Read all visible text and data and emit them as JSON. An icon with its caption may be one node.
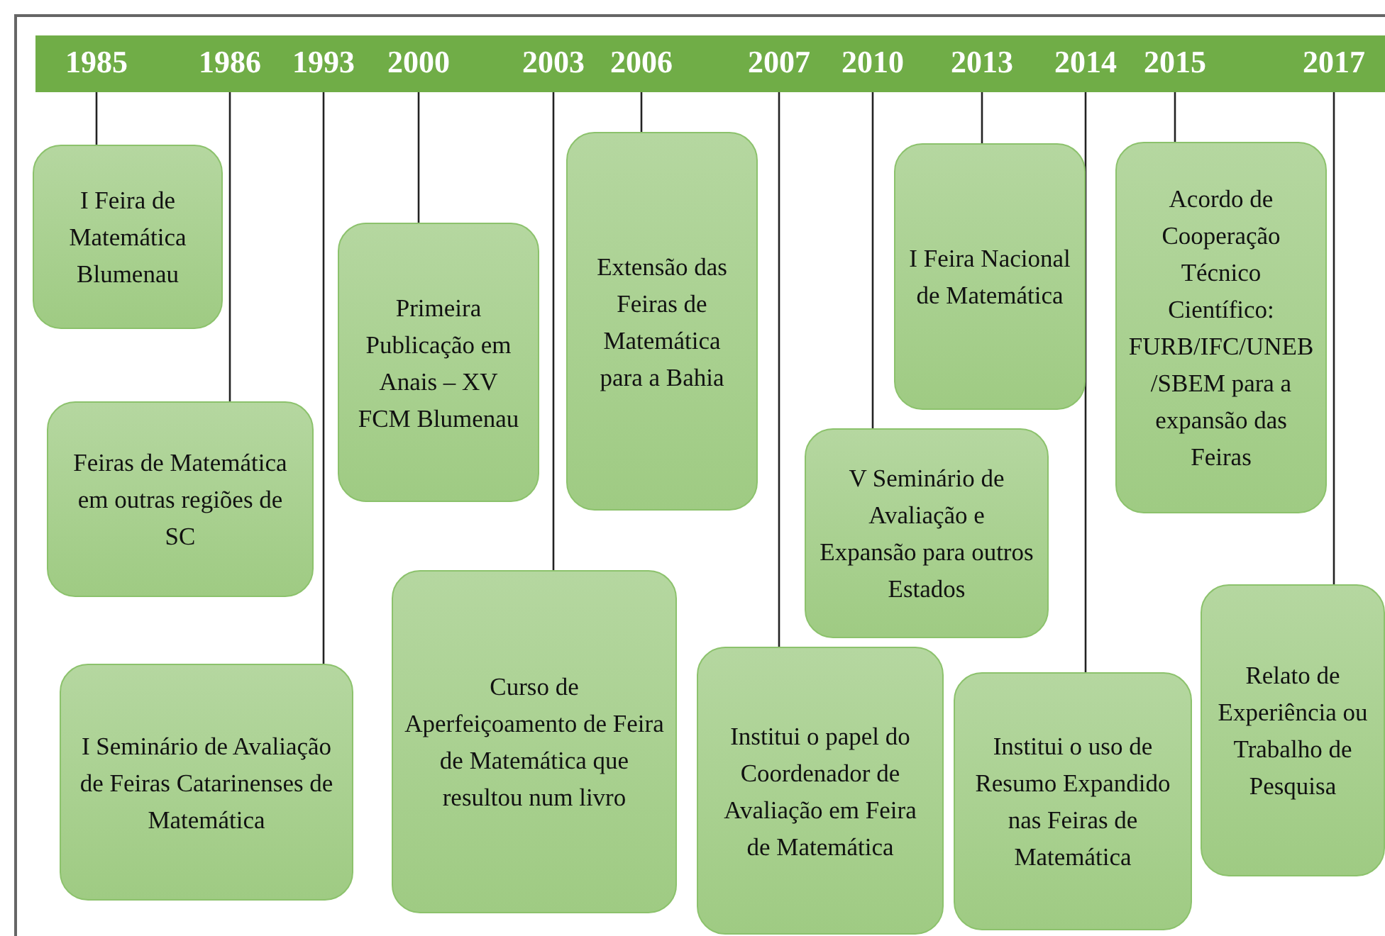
{
  "diagram": {
    "nodes": [
      {
        "text": [
          "1985"
        ]
      },
      {
        "text": [
          "1986"
        ]
      },
      {
        "text": [
          "1993"
        ]
      },
      {
        "text": [
          "2000"
        ]
      },
      {
        "text": [
          "2003"
        ]
      },
      {
        "text": [
          "2006"
        ]
      },
      {
        "text": [
          "2007"
        ]
      },
      {
        "text": [
          "2010"
        ]
      },
      {
        "text": [
          "2013"
        ]
      },
      {
        "text": [
          "2014"
        ]
      },
      {
        "text": [
          "2015"
        ]
      },
      {
        "text": [
          "2017"
        ]
      },
      {
        "text": [
          "I Feira de Matemática Blumenau"
        ]
      },
      {
        "text": [
          "Feiras de Matemática em outras regiões de SC"
        ]
      },
      {
        "text": [
          "I Seminário de Avaliação de Feiras Catarinenses de Matemática"
        ]
      },
      {
        "text": [
          "Primeira Publicação em Anais – XV FCM Blumenau"
        ]
      },
      {
        "text": [
          "Curso de Aperfeiçoamento de Feira de Matemática que resultou num livro"
        ]
      },
      {
        "text": [
          "Extensão das Feiras de Matemática para a Bahia"
        ]
      },
      {
        "text": [
          "Institui o papel do Coordenador de Avaliação em Feira de Matemática"
        ]
      },
      {
        "text": [
          "V Seminário de Avaliação e Expansão para outros Estados"
        ]
      },
      {
        "text": [
          "I Feira Nacional de Matemática"
        ]
      },
      {
        "text": [
          "Institui o uso de Resumo Expandido nas Feiras de Matemática"
        ]
      },
      {
        "text": [
          "Acordo de Cooperação Técnico Científico: FURB/IFC/UNEB/SBEM para a expansão das Feiras"
        ]
      },
      {
        "text": [
          "Relato de Experiência ou Trabalho de Pesquisa"
        ]
      }
    ],
    "edges": [
      {
        "from": 0,
        "to": 12,
        "arrow": "none"
      },
      {
        "from": 1,
        "to": 13,
        "arrow": "none"
      },
      {
        "from": 2,
        "to": 14,
        "arrow": "none"
      },
      {
        "from": 3,
        "to": 15,
        "arrow": "none"
      },
      {
        "from": 4,
        "to": 16,
        "arrow": "none"
      },
      {
        "from": 5,
        "to": 17,
        "arrow": "none"
      },
      {
        "from": 6,
        "to": 18,
        "arrow": "none"
      },
      {
        "from": 7,
        "to": 19,
        "arrow": "none"
      },
      {
        "from": 8,
        "to": 20,
        "arrow": "none"
      },
      {
        "from": 9,
        "to": 21,
        "arrow": "none"
      },
      {
        "from": 10,
        "to": 22,
        "arrow": "none"
      },
      {
        "from": 11,
        "to": 23,
        "arrow": "none"
      }
    ]
  }
}
